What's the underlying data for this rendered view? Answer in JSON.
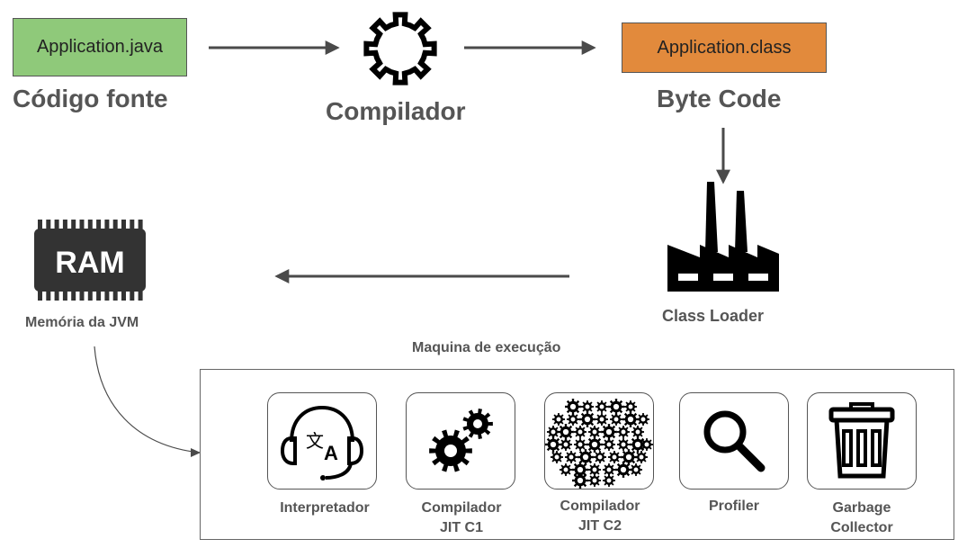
{
  "colors": {
    "source_box": "#8fc97a",
    "bytecode_box": "#e28a3c",
    "text": "#555555",
    "arrow": "#4a4a4a",
    "icon": "#000000",
    "ram_chip": "#333333"
  },
  "source": {
    "file": "Application.java",
    "label": "Código fonte"
  },
  "compiler": {
    "label": "Compilador",
    "icon": "gear-outline-icon"
  },
  "bytecode": {
    "file": "Application.class",
    "label": "Byte Code"
  },
  "class_loader": {
    "label": "Class Loader",
    "icon": "factory-icon"
  },
  "memory": {
    "chip_text": "RAM",
    "label": "Memória da JVM",
    "icon": "ram-chip-icon"
  },
  "engine": {
    "title": "Maquina de execução",
    "components": [
      {
        "line1": "Interpretador",
        "line2": "",
        "icon": "headset-translate-icon"
      },
      {
        "line1": "Compilador",
        "line2": "JIT C1",
        "icon": "two-gears-icon"
      },
      {
        "line1": "Compilador",
        "line2": "JIT C2",
        "icon": "many-gears-icon"
      },
      {
        "line1": "Profiler",
        "line2": "",
        "icon": "magnifier-icon"
      },
      {
        "line1": "Garbage",
        "line2": "Collector",
        "icon": "trash-can-icon"
      }
    ]
  }
}
